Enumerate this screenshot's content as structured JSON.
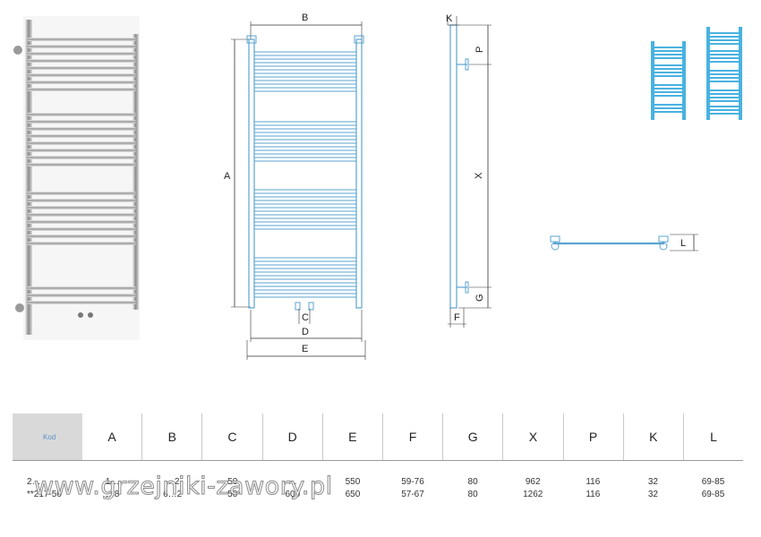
{
  "dimension_labels": {
    "B": "B",
    "A": "A",
    "C": "C",
    "D": "D",
    "E": "E",
    "K": "K",
    "P": "P",
    "X": "X",
    "G": "G",
    "F": "F",
    "L": "L"
  },
  "table": {
    "headers": [
      "Kod",
      "A",
      "B",
      "C",
      "D",
      "E",
      "F",
      "G",
      "X",
      "P",
      "K",
      "L"
    ],
    "rows": [
      [
        "2…",
        "1…",
        "…2",
        "50",
        "…",
        "550",
        "59-76",
        "80",
        "962",
        "116",
        "32",
        "69-85"
      ],
      [
        "**217-50",
        "…8",
        "6…2",
        "50",
        "600",
        "650",
        "57-67",
        "80",
        "1262",
        "116",
        "32",
        "69-85"
      ]
    ]
  },
  "watermark": "www.grzejniki-zawory.pl",
  "colors": {
    "drawing_blue": "#5ba3d0",
    "thumb_blue": "#49b2e0",
    "dim_line": "#333333",
    "kod_bg": "#d9d9d9"
  }
}
